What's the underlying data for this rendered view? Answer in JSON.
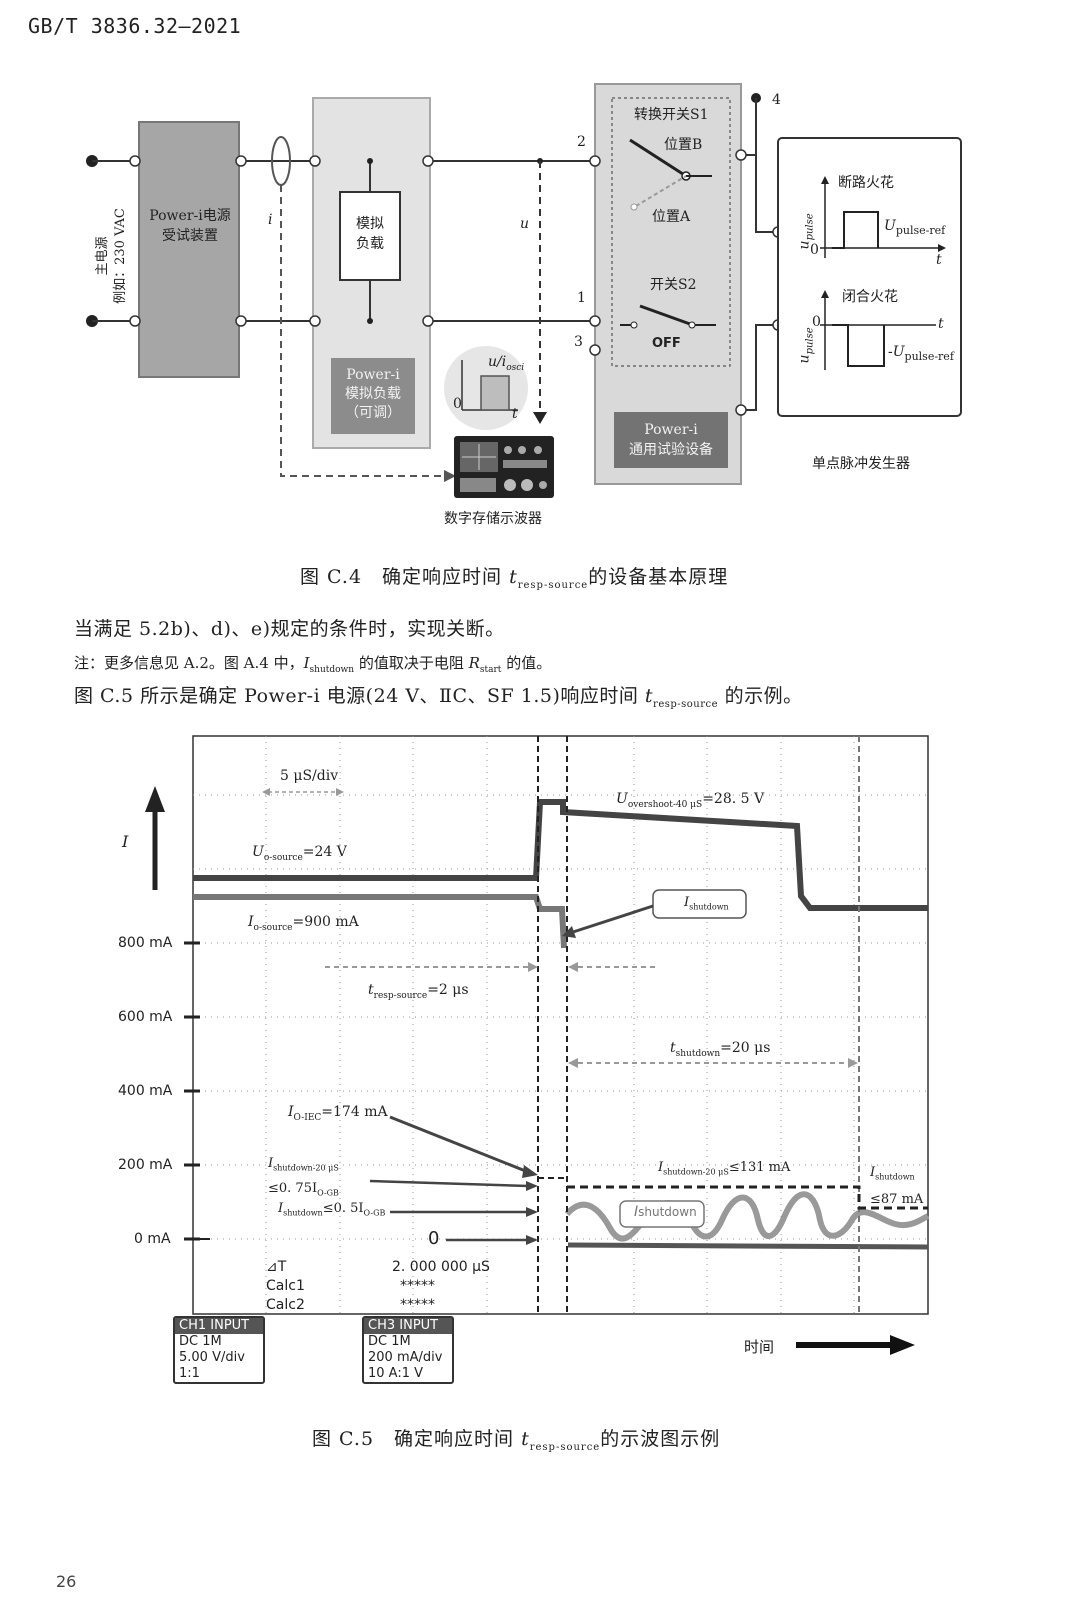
{
  "header": {
    "standard": "GB/T 3836.32—2021"
  },
  "figure_c4": {
    "mains_label_1": "主电源",
    "mains_label_2": "例如：230 VAC",
    "psu_label_1": "Power-i电源",
    "psu_label_2": "受试装置",
    "current_symbol": "i",
    "voltage_symbol": "u",
    "sim_load_label_1": "模拟",
    "sim_load_label_2": "负载",
    "power_i_load_1": "Power-i",
    "power_i_load_2": "模拟负载",
    "power_i_load_3": "（可调）",
    "inset_ylabel": "u/i",
    "inset_sub": "osci",
    "inset_zero": "0",
    "inset_t": "t",
    "oscilloscope_label": "数字存储示波器",
    "switch_s1_label": "转换开关S1",
    "pos_b": "位置B",
    "pos_a": "位置A",
    "switch_s2_label": "开关S2",
    "off_label": "OFF",
    "general_test_1": "Power-i",
    "general_test_2": "通用试验设备",
    "node_1": "1",
    "node_2": "2",
    "node_3": "3",
    "node_4": "4",
    "pulse_gen_label": "单点脉冲发生器",
    "open_spark": "断路火花",
    "close_spark": "闭合火花",
    "upulse": "u",
    "upulse_sub": "pulse",
    "upulse_ref_pos": "U",
    "upulse_ref_sub": "pulse-ref",
    "upulse_ref_neg": "-U",
    "pulse_zero": "0",
    "pulse_t": "t",
    "caption_prefix": "图 C.4　确定响应时间 ",
    "caption_t": "t",
    "caption_sub": "resp-source",
    "caption_suffix": "的设备基本原理"
  },
  "body_text": {
    "para1": "当满足 5.2b)、d)、e)规定的条件时，实现关断。",
    "note_prefix": "注：更多信息见 A.2。图 A.4 中，",
    "note_i": "I",
    "note_i_sub": "shutdown",
    "note_mid": " 的值取决于电阻 ",
    "note_r": "R",
    "note_r_sub": "start",
    "note_suffix": " 的值。",
    "para2_prefix": "图 C.5 所示是确定 Power-i 电源(24 V、ⅡC、SF 1.5)响应时间 ",
    "para2_t": "t",
    "para2_sub": "resp-source",
    "para2_suffix": " 的示例。"
  },
  "figure_c5": {
    "timebase": "5 μS/div",
    "u_axis_symbol": "I",
    "u_o_source": "U",
    "u_o_source_sub": "o-source",
    "u_o_source_val": "=24 V",
    "u_overshoot": "U",
    "u_overshoot_sub": "overshoot-40 μS",
    "u_overshoot_val": "=28. 5 V",
    "i_o_source": "I",
    "i_o_source_sub": "o-source",
    "i_o_source_val": "=900 mA",
    "ishutdown_box": "I",
    "ishutdown_box_sub": "shutdown",
    "t_resp": "t",
    "t_resp_sub": "resp-source",
    "t_resp_val": "=2 μs",
    "t_shutdown": "t",
    "t_shutdown_sub": "shutdown",
    "t_shutdown_val": "=20 μs",
    "i_o_iec": "I",
    "i_o_iec_sub": "O-IEC",
    "i_o_iec_val": "=174 mA",
    "i_sd20_left": "I",
    "i_sd20_left_sub": "shutdown-20 μS",
    "i_sd20_left_line2": "≤0. 75I",
    "i_sd20_left_line2_sub": "O-GB",
    "i_sd_left": "I",
    "i_sd_left_sub": "shutdown",
    "i_sd_left_val": "≤0. 5I",
    "i_sd_left_val_sub": "O-GB",
    "i_sd20_right": "I",
    "i_sd20_right_sub": "shutdown-20 μS",
    "i_sd20_right_val": "≤131 mA",
    "i_sd_right": "I",
    "i_sd_right_sub": "shutdown",
    "i_sd_right_val": "≤87 mA",
    "ishutdown_wave": "I",
    "ishutdown_wave_sub": "shutdown",
    "zero_marker": "0",
    "delta_t": "⊿T",
    "delta_t_val": "2. 000  000 μS",
    "calc1": "Calc1",
    "calc1_val": "*****",
    "calc2": "Calc2",
    "calc2_val": "*****",
    "y_ticks": [
      "800 mA",
      "600 mA",
      "400 mA",
      "200 mA",
      "0 mA"
    ],
    "ch1": {
      "title": "CH1 INPUT",
      "rows": [
        "DC 1M",
        "5.00 V/div",
        "1:1"
      ]
    },
    "ch3": {
      "title": "CH3 INPUT",
      "rows": [
        "DC 1M",
        "200  mA/div",
        "10 A:1 V"
      ]
    },
    "time_label": "时间",
    "caption_prefix": "图 C.5　确定响应时间 ",
    "caption_t": "t",
    "caption_sub": "resp-source",
    "caption_suffix": "的示波图示例"
  },
  "footer": {
    "page_number": "26"
  }
}
